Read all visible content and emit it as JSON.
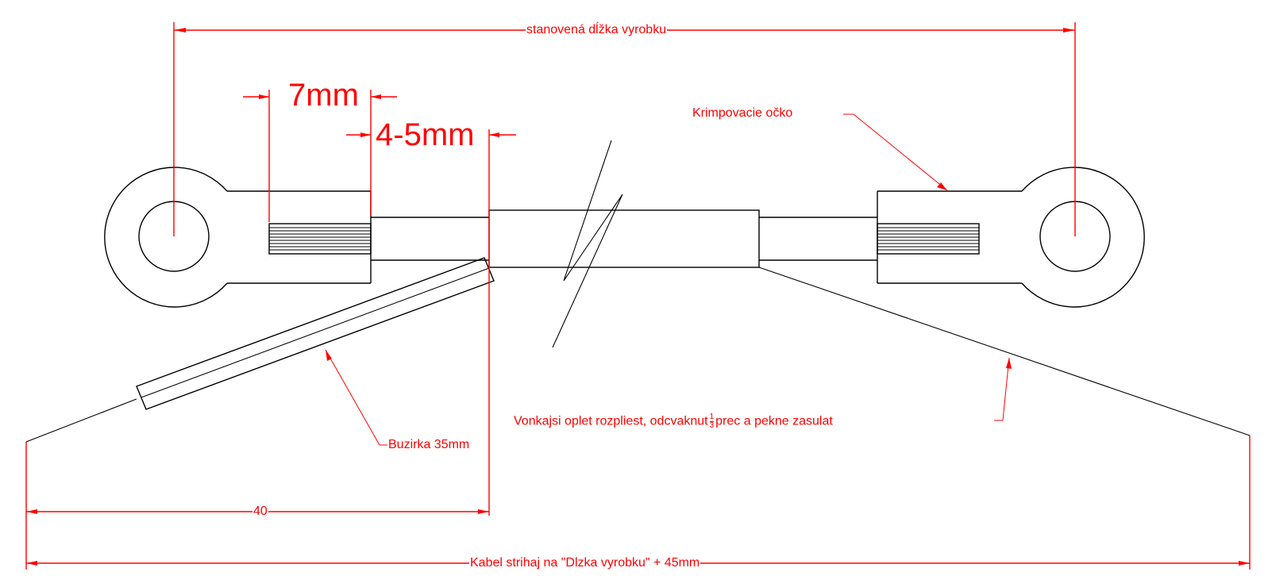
{
  "drawing": {
    "colors": {
      "geometry": "#000000",
      "annotation": "#ff0000",
      "background": "#ffffff"
    },
    "dimensions": {
      "overall_length": {
        "label": "stanovená dĺžka vyrobku"
      },
      "strip_length": {
        "label": "7mm"
      },
      "gap_length": {
        "label": "4-5mm"
      },
      "braid_length": {
        "label": "40"
      },
      "cut_length": {
        "label": "Kabel strihaj na \"Dlzka vyrobku\" + 45mm"
      }
    },
    "callouts": {
      "crimp_lug": {
        "label": "Krimpovacie očko"
      },
      "shrink_tube": {
        "label": "Buzirka 35mm"
      },
      "braid": {
        "label_before": "Vonkajsi oplet rozpliest, odcvaknut",
        "fraction_num": "1",
        "fraction_den": "3",
        "label_after": "prec a pekne zasulat"
      }
    }
  }
}
